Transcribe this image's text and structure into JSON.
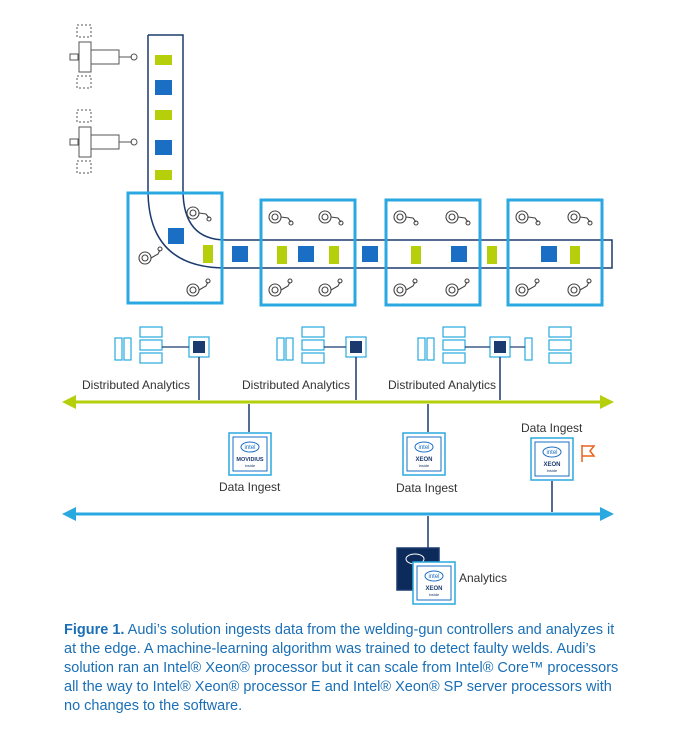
{
  "labels": {
    "distributed_analytics": "Distributed Analytics",
    "data_ingest": "Data Ingest",
    "analytics": "Analytics"
  },
  "chips": {
    "brand": "intel",
    "movidius": "MOVIDIUS",
    "xeon": "XEON",
    "inside": "inside"
  },
  "caption": {
    "figure_label": "Figure 1.",
    "text": "Audi’s solution ingests data from the welding-gun controllers and analyzes it at the edge. A machine-learning algorithm was trained to detect faulty welds. Audi’s solution ran an Intel® Xeon® processor but it  can scale from Intel® Core™ processors all the way to  Intel® Xeon® processor E and Intel® Xeon® SP server processors with no changes to the software."
  },
  "colors": {
    "cyan": "#29a9e0",
    "green": "#b5cf0b",
    "blue": "#1a6fc4",
    "navy": "#1b3b6f",
    "orange": "#e8631f",
    "gray": "#888888"
  }
}
